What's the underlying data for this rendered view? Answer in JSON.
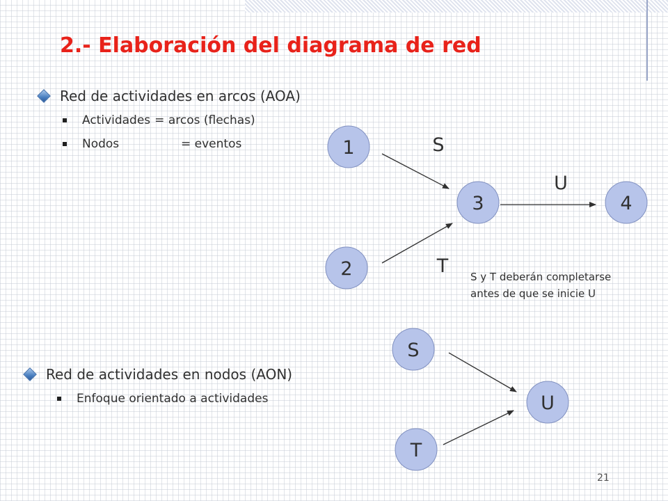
{
  "title": "2.- Elaboración del diagrama de red",
  "aoa": {
    "heading": "Red de actividades en arcos (AOA)",
    "items": [
      {
        "left": "Actividades",
        "right": "= arcos (flechas)"
      },
      {
        "left": "Nodos",
        "right": "= eventos"
      }
    ],
    "nodes": [
      "1",
      "2",
      "3",
      "4"
    ],
    "activities": {
      "s": "S",
      "t": "T",
      "u": "U"
    },
    "note": [
      "S y T deberán completarse",
      "antes de que se inicie U"
    ]
  },
  "aon": {
    "heading": "Red de actividades en nodos (AON)",
    "items": [
      "Enfoque orientado a actividades"
    ],
    "nodes": [
      "S",
      "T",
      "U"
    ]
  },
  "colors": {
    "title": "#e8221a",
    "node_fill": "#b7c4ea"
  },
  "page_number": "21"
}
